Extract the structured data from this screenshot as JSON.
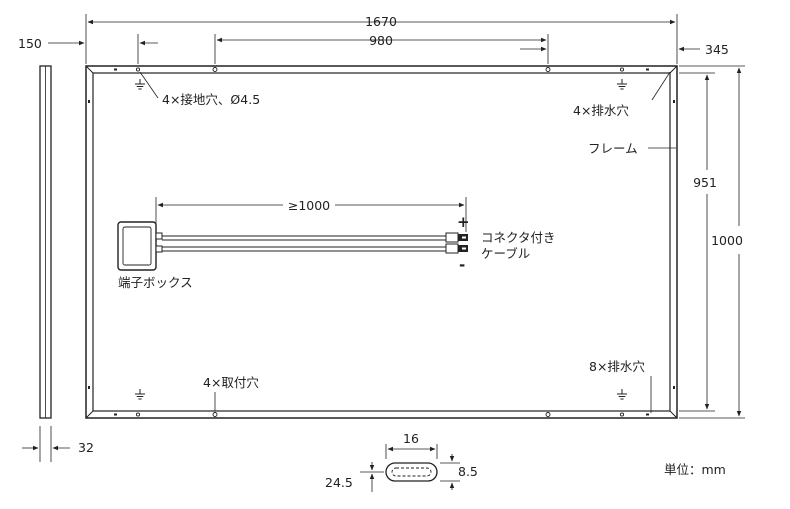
{
  "dimensions": {
    "overall_width": "1670",
    "hole_spacing": "980",
    "left_offset": "150",
    "right_offset": "345",
    "frame_inner_height": "951",
    "overall_height": "1000",
    "frame_thickness": "32",
    "cable_length": "≥1000",
    "slot_width": "16",
    "slot_height": "8.5",
    "slot_offset": "24.5"
  },
  "labels": {
    "ground_holes": "4×接地穴、Ø4.5",
    "drain_holes_4": "4×排水穴",
    "frame": "フレーム",
    "connector_cable_line1": "コネクタ付き",
    "connector_cable_line2": "ケーブル",
    "junction_box": "端子ボックス",
    "drain_holes_8": "8×排水穴",
    "mounting_holes": "4×取付穴",
    "unit": "単位：mm",
    "plus": "+",
    "minus": "-"
  },
  "colors": {
    "line": "#222222",
    "frame_fill": "#ffffff"
  }
}
